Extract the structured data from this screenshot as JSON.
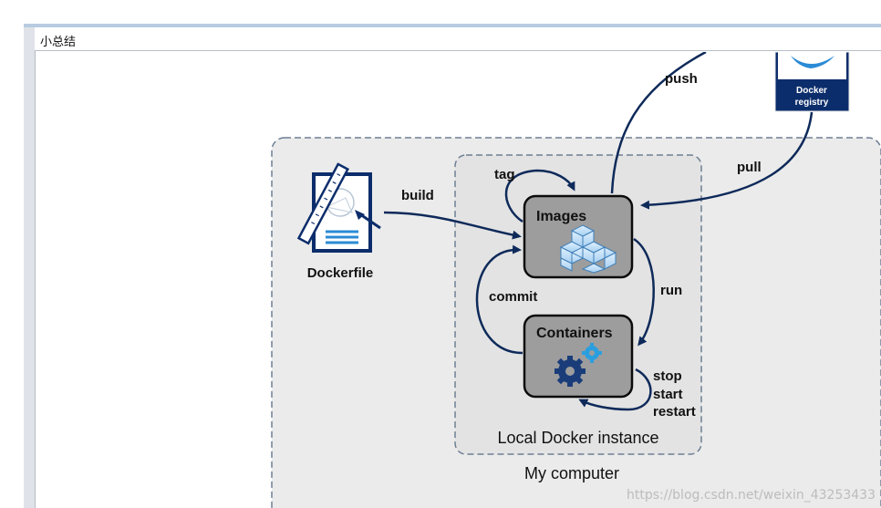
{
  "window": {
    "title": "小总结"
  },
  "diagram": {
    "outer_label": "My computer",
    "inner_label": "Local Docker instance",
    "dockerfile_label": "Dockerfile",
    "images_label": "Images",
    "containers_label": "Containers",
    "registry_label_line1": "Docker",
    "registry_label_line2": "registry",
    "edges": {
      "build": "build",
      "tag": "tag",
      "push": "push",
      "pull": "pull",
      "run": "run",
      "commit": "commit",
      "stop": "stop",
      "start": "start",
      "restart": "restart"
    }
  },
  "watermark": "https://blog.csdn.net/weixin_43253433",
  "colors": {
    "arrow": "#0e2a5a",
    "node_fill": "#9d9d9d",
    "node_border": "#0b0b0b",
    "region_fill": "#ebebeb",
    "region_border": "#6e7f93",
    "registry_bg": "#0c2d6b",
    "icon_blue": "#2a8bd6"
  }
}
